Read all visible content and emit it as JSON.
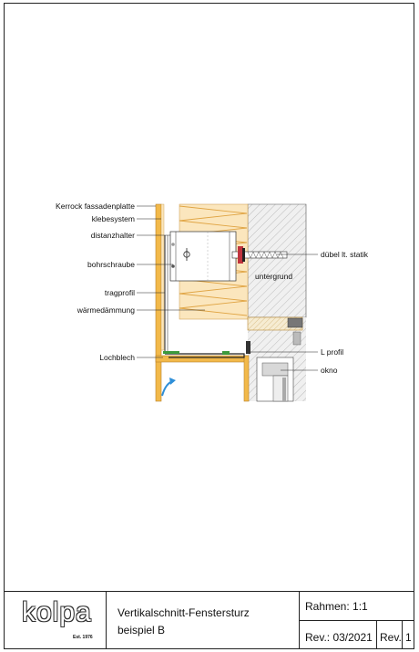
{
  "labels": {
    "kerrock": "Kerrock fassadenplatte",
    "klebesystem": "klebesystem",
    "distanzhalter": "distanzhalter",
    "bohrschraube": "bohrschraube",
    "tragprofil": "tragprofil",
    "waermedaemmung": "wärmedämmung",
    "lochblech": "Lochblech",
    "duebel": "dübel lt. statik",
    "untergrund": "untergrund",
    "l_profil": "L profil",
    "okno": "okno"
  },
  "titleblock": {
    "logo": "kolpa",
    "logo_est": "Est. 1976",
    "title_line1": "Vertikalschnitt-Fenstersturz",
    "title_line2": "beispiel B",
    "scale": "Rahmen: 1:1",
    "revision_date": "Rev.: 03/2021",
    "revision_label": "Rev.",
    "revision_number": "1"
  },
  "colors": {
    "panel": "#f2b94a",
    "insulation": "#f7d9a0",
    "concrete": "#e3e3e3",
    "line": "#222222",
    "accent_blue": "#2f8fd8",
    "accent_red": "#c0343e",
    "accent_green": "#3c9a3c"
  }
}
